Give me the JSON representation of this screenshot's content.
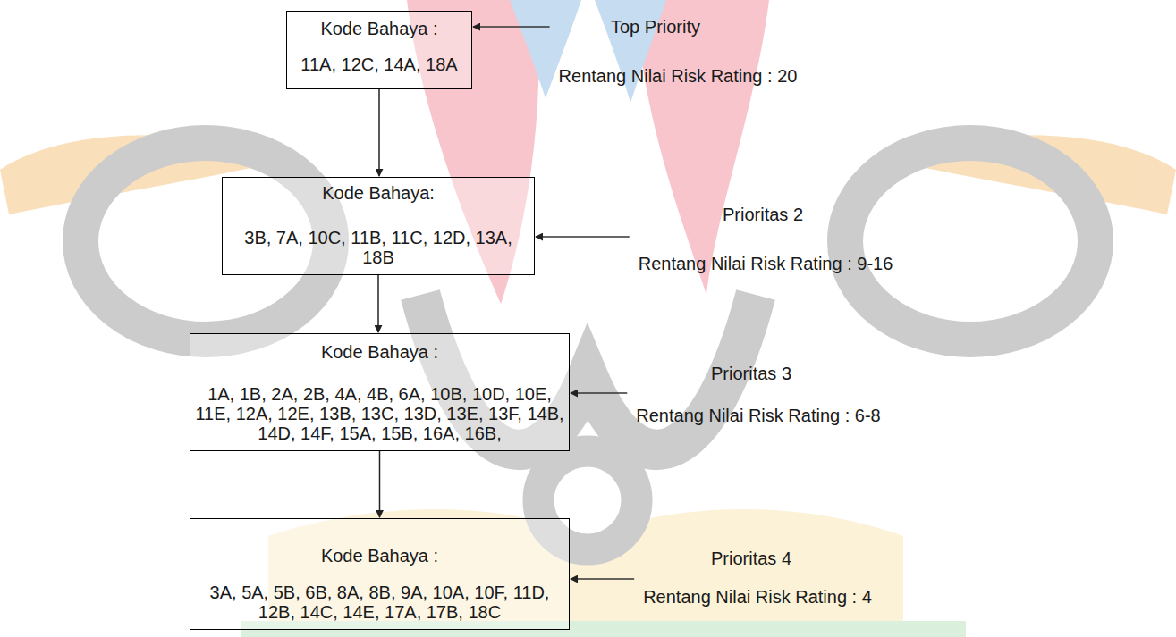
{
  "diagram": {
    "nodes": [
      {
        "text": [
          "Kode Bahaya :",
          "11A, 12C, 14A, 18A"
        ]
      },
      {
        "text": [
          "Kode Bahaya:",
          "3B, 7A, 10C, 11B, 11C, 12D, 13A, 18B"
        ]
      },
      {
        "text": [
          "Kode Bahaya :",
          "1A, 1B, 2A, 2B, 4A, 4B, 6A, 10B, 10D, 10E, 11E, 12A, 12E, 13B, 13C, 13D, 13E, 13F, 14B, 14D, 14F, 15A, 15B, 16A, 16B,"
        ]
      },
      {
        "text": [
          "Kode Bahaya :",
          "3A, 5A, 5B, 6B, 8A, 8B, 9A, 10A, 10F, 11D, 12B, 14C, 14E, 17A, 17B, 18C"
        ]
      }
    ],
    "edges": [
      {
        "from": 0,
        "to": 1,
        "arrow": "to"
      },
      {
        "from": 1,
        "to": 2,
        "arrow": "to"
      },
      {
        "from": 2,
        "to": 3,
        "arrow": "to"
      }
    ],
    "labels": [
      "Top Priority",
      "Rentang Nilai Risk Rating : 20",
      "Prioritas 2",
      "Rentang Nilai Risk Rating : 9-16",
      "Prioritas 3",
      "Rentang Nilai Risk Rating : 6-8",
      "Prioritas 4",
      "Rentang Nilai Risk Rating : 4"
    ]
  }
}
